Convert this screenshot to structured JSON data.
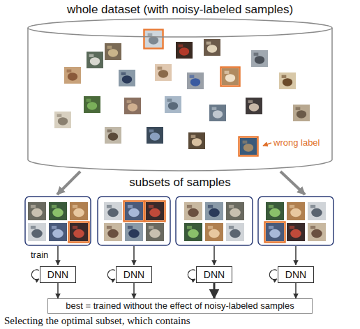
{
  "diagram": {
    "caption": "Selecting the optimal subset, which contains",
    "nodes": [
      {
        "text": [
          "whole dataset (with noisy-labeled samples)"
        ]
      },
      {
        "text": [
          "DNN"
        ]
      },
      {
        "text": [
          "DNN"
        ]
      },
      {
        "text": [
          "DNN"
        ]
      },
      {
        "text": [
          "DNN"
        ]
      },
      {
        "text": [
          "best = trained without the effect of noisy-labeled samples"
        ]
      }
    ],
    "edges": [
      {
        "from": 1,
        "to": 5,
        "arrow": "to"
      },
      {
        "from": 2,
        "to": 5,
        "arrow": "to"
      },
      {
        "from": 3,
        "to": 5,
        "arrow": "to"
      },
      {
        "from": 4,
        "to": 5,
        "arrow": "to"
      }
    ],
    "labels": [
      "wrong label",
      "subsets of samples",
      "train"
    ]
  }
}
